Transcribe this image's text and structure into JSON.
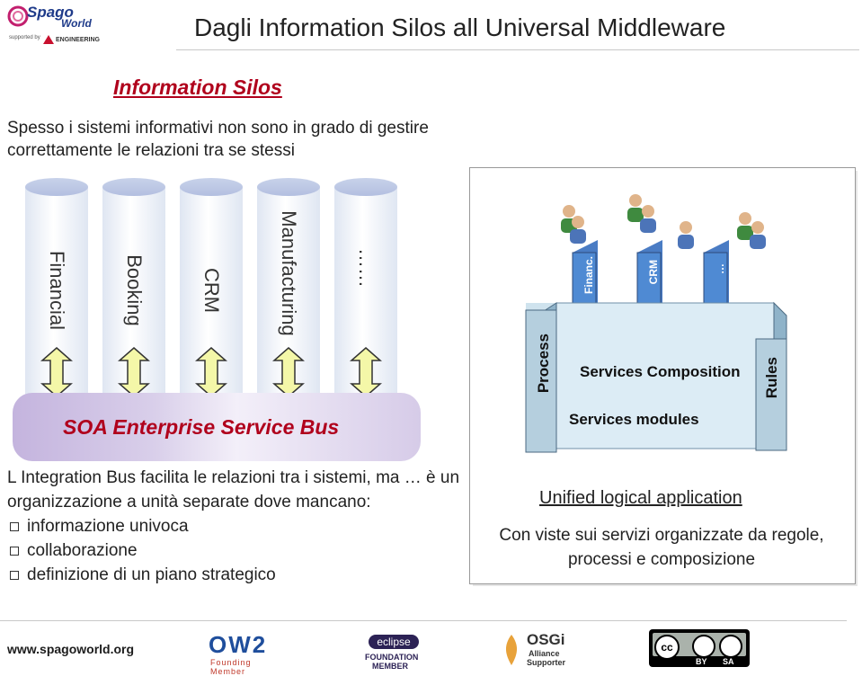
{
  "logo": {
    "brand": "Spago",
    "brand_suffix": "World",
    "supported_by": "supported by",
    "engineering": "ENGINEERING"
  },
  "slide": {
    "title": "Dagli Information Silos all Universal Middleware"
  },
  "silos_section": {
    "heading": "Information Silos",
    "intro": "Spesso i sistemi informativi non sono in grado di gestire correttamente le relazioni tra se stessi",
    "silos": [
      "Financial",
      "Booking",
      "CRM",
      "Manufacturing",
      "……"
    ],
    "bus_label": "SOA Enterprise Service Bus"
  },
  "description": {
    "text": "L Integration Bus facilita le relazioni tra i sistemi, ma … è un organizzazione a unità separate dove mancano:",
    "bullets": [
      "informazione univoca",
      "collaborazione",
      "definizione di un piano strategico"
    ]
  },
  "diagram": {
    "columns": [
      "Financ.",
      "CRM",
      "…"
    ],
    "left_wall": "Process",
    "right_wall": "Rules",
    "composition": "Services Composition",
    "modules": "Services modules"
  },
  "unified": {
    "title": "Unified logical application",
    "desc": "Con viste sui servizi organizzate da regole, processi e composizione"
  },
  "footer": {
    "url": "www.spagoworld.org",
    "ow2": "OW2",
    "ow2_sub": "Founding Member",
    "eclipse": "eclipse",
    "eclipse_sub1": "FOUNDATION",
    "eclipse_sub2": "MEMBER",
    "osgi": "OSGi",
    "osgi_sub1": "Alliance",
    "osgi_sub2": "Supporter",
    "cc_by": "BY",
    "cc_sa": "SA",
    "cc": "cc"
  }
}
